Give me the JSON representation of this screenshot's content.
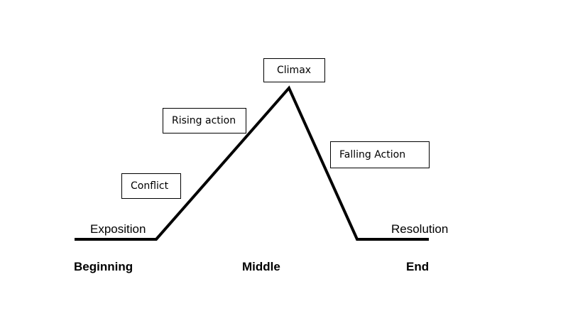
{
  "diagram": {
    "boxes": {
      "climax": "Climax",
      "rising_action": "Rising action",
      "falling_action": "Falling Action",
      "conflict": "Conflict"
    },
    "point_labels": {
      "exposition": "Exposition",
      "resolution": "Resolution"
    },
    "stage_labels": {
      "beginning": "Beginning",
      "middle": "Middle",
      "end": "End"
    },
    "line_color": "#000000"
  }
}
